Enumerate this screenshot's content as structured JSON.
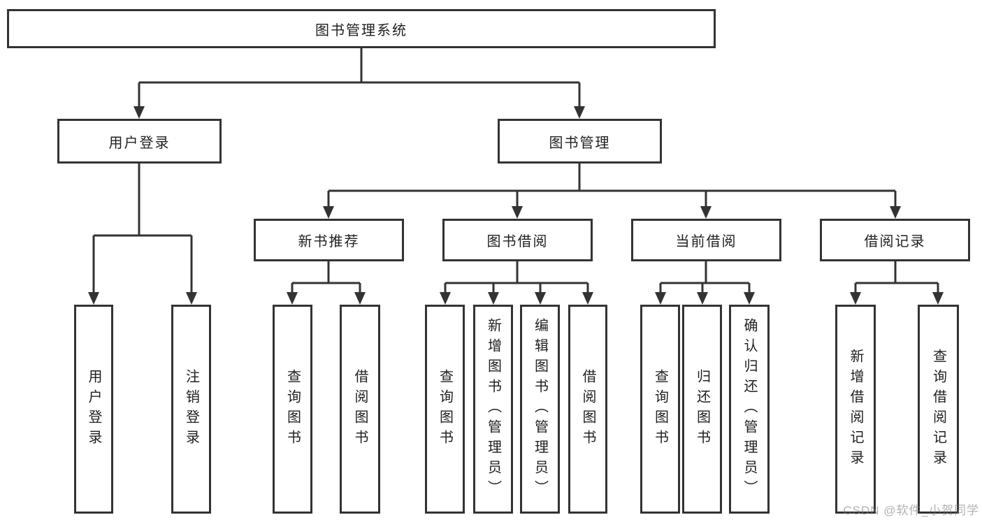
{
  "colors": {
    "line": "#333333",
    "text": "#1f1f1f",
    "background": "#ffffff",
    "watermark": "#7d7d7d"
  },
  "watermark": "CSDN @软件_小贺同学",
  "tree": {
    "label": "图书管理系统",
    "children": [
      {
        "label": "用户登录",
        "children": [
          {
            "label": "用户登录"
          },
          {
            "label": "注销登录"
          }
        ]
      },
      {
        "label": "图书管理",
        "children": [
          {
            "label": "新书推荐",
            "children": [
              {
                "label": "查询图书"
              },
              {
                "label": "借阅图书"
              }
            ]
          },
          {
            "label": "图书借阅",
            "children": [
              {
                "label": "查询图书"
              },
              {
                "label": "新增图书（管理员）"
              },
              {
                "label": "编辑图书（管理员）"
              },
              {
                "label": "借阅图书"
              }
            ]
          },
          {
            "label": "当前借阅",
            "children": [
              {
                "label": "查询图书"
              },
              {
                "label": "归还图书"
              },
              {
                "label": "确认归还（管理员）"
              }
            ]
          },
          {
            "label": "借阅记录",
            "children": [
              {
                "label": "新增借阅记录"
              },
              {
                "label": "查询借阅记录"
              }
            ]
          }
        ]
      }
    ]
  }
}
